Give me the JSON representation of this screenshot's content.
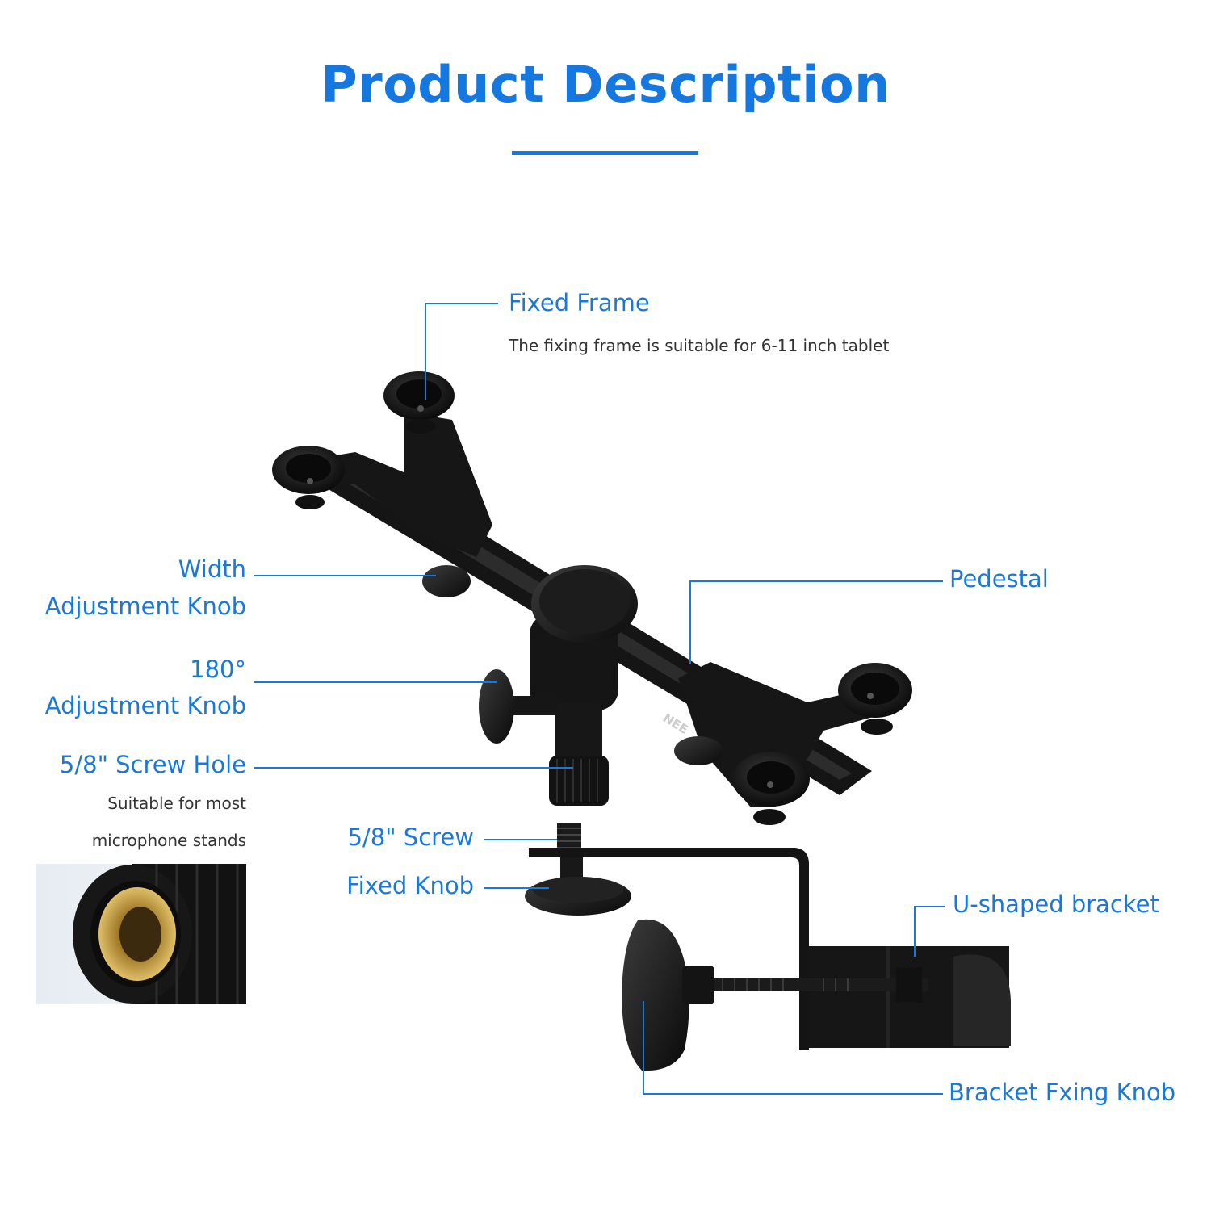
{
  "header": {
    "title": "Product Description",
    "accent_color": "#1478e0"
  },
  "callouts": {
    "fixed_frame": {
      "label": "Fixed Frame",
      "note": "The  fixing frame is suitable for 6-11 inch tablet"
    },
    "width_knob": {
      "line1": "Width",
      "line2": "Adjustment Knob"
    },
    "rotation_knob": {
      "line1": "180°",
      "line2": "Adjustment Knob"
    },
    "screw_hole": {
      "label": "5/8\" Screw Hole",
      "note1": "Suitable for most",
      "note2": "microphone stands"
    },
    "screw": {
      "label": "5/8\" Screw"
    },
    "fixed_knob": {
      "label": "Fixed Knob"
    },
    "pedestal": {
      "label": "Pedestal"
    },
    "u_bracket": {
      "label": "U-shaped bracket"
    },
    "bracket_knob": {
      "label": "Bracket Fxing Knob"
    }
  },
  "product": {
    "brand_mark": "NEE"
  },
  "colors": {
    "label_blue": "#1a78db",
    "leader_blue": "#1a78db",
    "product_black": "#141414",
    "brass": "#c9a24a"
  }
}
